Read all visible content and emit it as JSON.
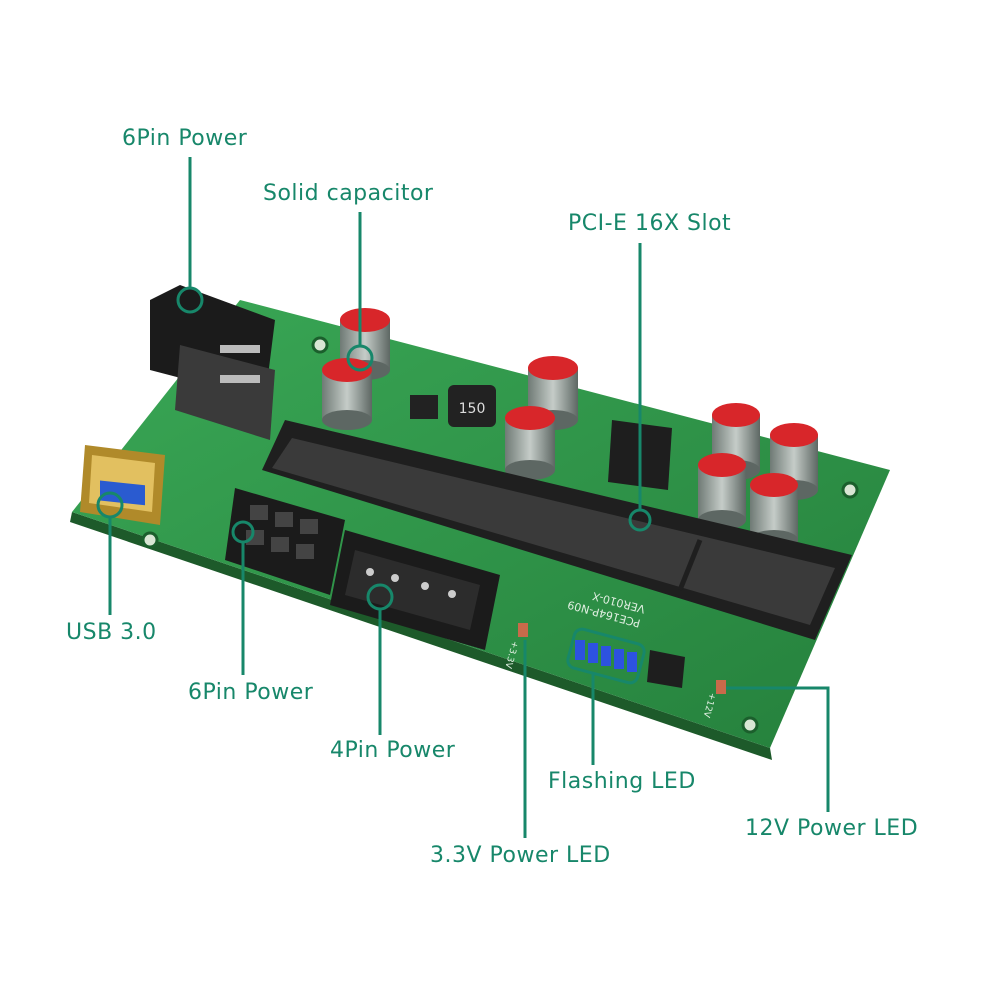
{
  "colors": {
    "label": "#17876a",
    "pcb": "#2f9a4a",
    "slot": "#222222",
    "capacitor_top": "#d8262a",
    "capacitor_body": "#8d9a94"
  },
  "board_text": {
    "model": "PCE164P-N09",
    "version": "VER010-X",
    "v33": "+3.3V",
    "v12": "+12V",
    "inductor": "150"
  },
  "labels": [
    {
      "id": "six-pin-power-top",
      "text": "6Pin Power"
    },
    {
      "id": "solid-capacitor",
      "text": "Solid capacitor"
    },
    {
      "id": "pcie-slot",
      "text": "PCI-E 16X Slot"
    },
    {
      "id": "usb",
      "text": "USB 3.0"
    },
    {
      "id": "six-pin-power-bottom",
      "text": "6Pin Power"
    },
    {
      "id": "four-pin-power",
      "text": "4Pin Power"
    },
    {
      "id": "flashing-led",
      "text": "Flashing LED"
    },
    {
      "id": "v33-led",
      "text": "3.3V Power LED"
    },
    {
      "id": "v12-led",
      "text": "12V Power LED"
    }
  ]
}
